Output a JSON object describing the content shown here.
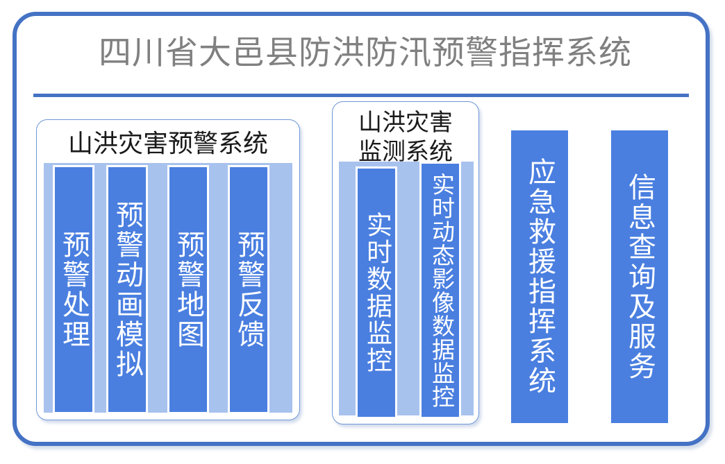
{
  "header": {
    "title": "四川省大邑县防洪防汛预警指挥系统"
  },
  "colors": {
    "frame_blue": "#4472C4",
    "bar_blue": "#4A7FE0",
    "tray_blue": "#A8C2EE",
    "panel_outline": "#6E96D8",
    "title_gray": "#808080",
    "bar_text": "#FFFFFF"
  },
  "panels": [
    {
      "id": "warning-system",
      "title": "山洪灾害预警系统",
      "modules": [
        {
          "label": "预警处理"
        },
        {
          "label": "预警动画模拟"
        },
        {
          "label": "预警地图"
        },
        {
          "label": "预警反馈"
        }
      ]
    },
    {
      "id": "monitoring-system",
      "title": "山洪灾害监测系统",
      "title_line1": "山洪灾害",
      "title_line2": "监测系统",
      "modules": [
        {
          "label": "实时数据监控"
        },
        {
          "label": "实时动态影像数据监控"
        }
      ]
    }
  ],
  "standalone_modules": [
    {
      "id": "emergency-rescue",
      "label": "应急救援指挥系统"
    },
    {
      "id": "information-service",
      "label": "信息查询及服务"
    }
  ]
}
